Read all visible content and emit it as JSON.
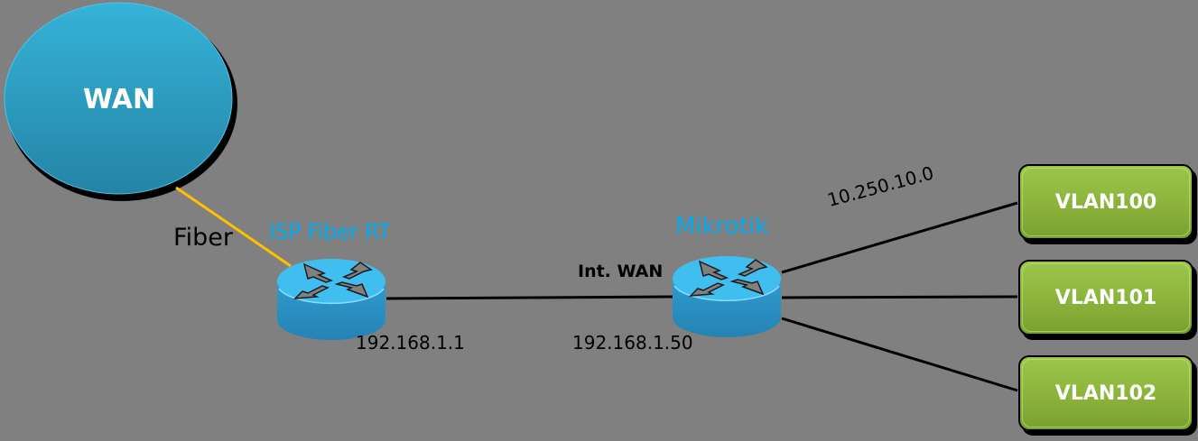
{
  "colors": {
    "background": "#808080",
    "wan_cloud": "#2ea5c8",
    "router_top": "#40bef0",
    "router_side": "#2a8fc0",
    "fiber_link": "#ffc000",
    "ethernet_link": "#000000",
    "device_label": "#00aaee",
    "vlan_box": "#8bb33b"
  },
  "wan": {
    "label": "WAN"
  },
  "links": {
    "fiber_label": "Fiber",
    "int_wan_label": "Int. WAN",
    "subnet_label": "10.250.10.0"
  },
  "devices": {
    "isp_router": {
      "name": "ISP Fiber RT",
      "ip": "192.168.1.1",
      "icon": "router-icon"
    },
    "mikrotik": {
      "name": "Mikrotik",
      "ip": "192.168.1.50",
      "icon": "router-icon"
    }
  },
  "vlans": [
    {
      "label": "VLAN100"
    },
    {
      "label": "VLAN101"
    },
    {
      "label": "VLAN102"
    }
  ]
}
